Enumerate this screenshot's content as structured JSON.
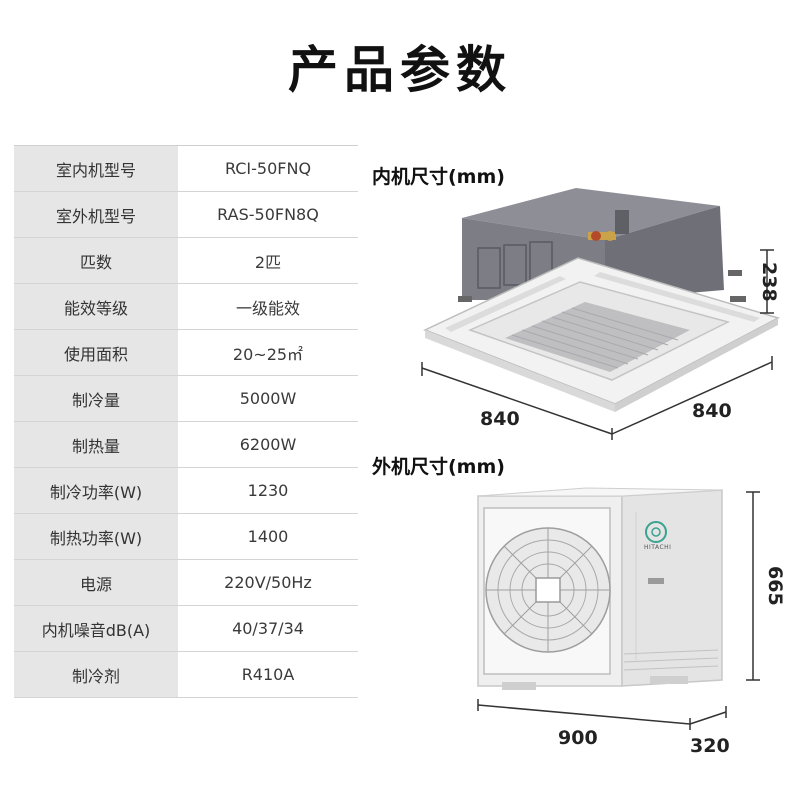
{
  "title": "产品参数",
  "specs": [
    {
      "label": "室内机型号",
      "value": "RCI-50FNQ"
    },
    {
      "label": "室外机型号",
      "value": "RAS-50FN8Q"
    },
    {
      "label": "匹数",
      "value": "2匹"
    },
    {
      "label": "能效等级",
      "value": "一级能效"
    },
    {
      "label": "使用面积",
      "value": "20~25㎡"
    },
    {
      "label": "制冷量",
      "value": "5000W"
    },
    {
      "label": "制热量",
      "value": "6200W"
    },
    {
      "label": "制冷功率(W)",
      "value": "1230"
    },
    {
      "label": "制热功率(W)",
      "value": "1400"
    },
    {
      "label": "电源",
      "value": "220V/50Hz"
    },
    {
      "label": "内机噪音dB(A)",
      "value": "40/37/34"
    },
    {
      "label": "制冷剂",
      "value": "R410A"
    }
  ],
  "indoor": {
    "label": "内机尺寸(mm)",
    "width": "840",
    "depth": "840",
    "height": "238"
  },
  "outdoor": {
    "label": "外机尺寸(mm)",
    "width": "900",
    "depth": "320",
    "height": "665",
    "brand": "HITACHI"
  }
}
